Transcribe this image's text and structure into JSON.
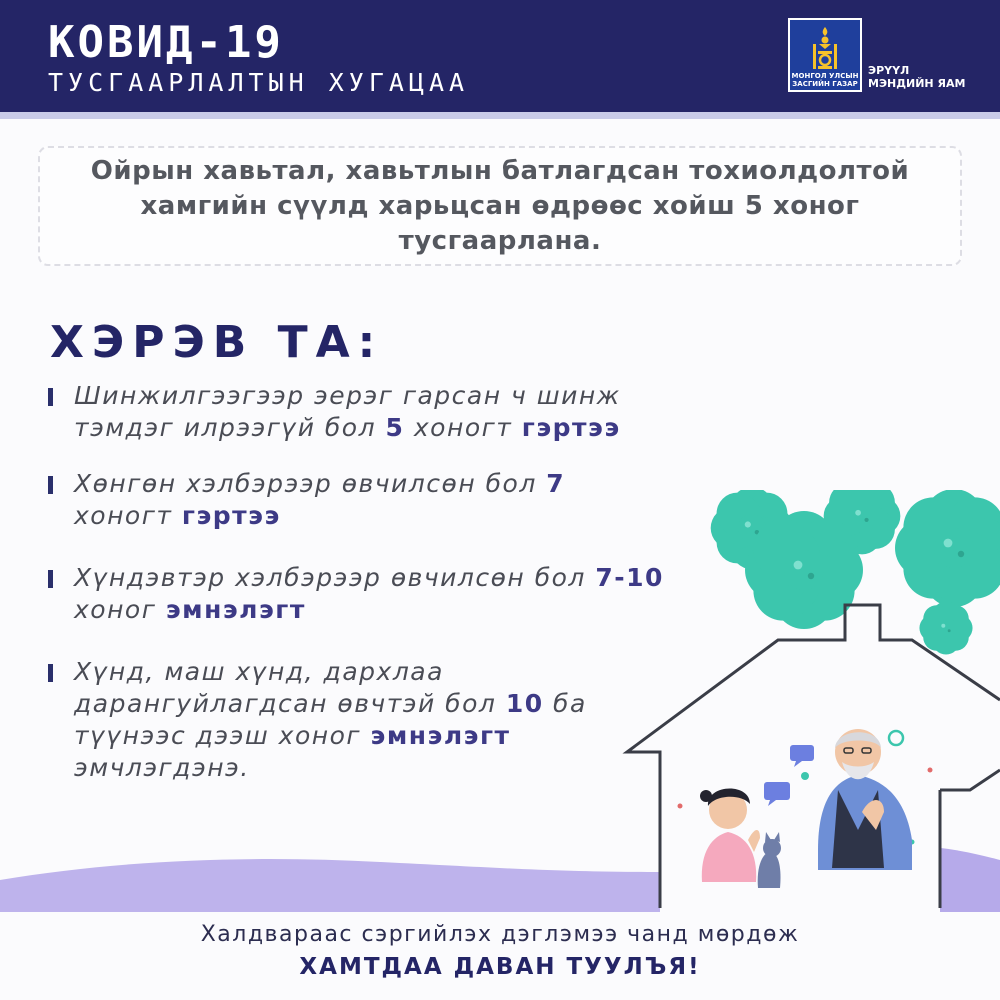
{
  "header": {
    "title": "КОВИД-19",
    "subtitle": "ТУСГААРЛАЛТЫН ХУГАЦАА",
    "logo_text": "МОНГОЛ УЛСЫН ЗАСГИЙН ГАЗАР",
    "ministry_line1": "ЭРҮҮЛ",
    "ministry_line2": "МЭНДИЙН ЯАМ"
  },
  "notice": "Ойрын хавьтал, хавьтлын батлагдсан тохиолдолтой хамгийн сүүлд харьцсан өдрөөс хойш 5 хоног тусгаарлана.",
  "heading": "ХЭРЭВ ТА:",
  "items": [
    {
      "pre": "Шинжилгээгээр эерэг гарсан ч шинж тэмдэг илрээгүй бол ",
      "days": "5",
      "mid": " хоногт ",
      "place": "гэртээ",
      "post": ""
    },
    {
      "pre": "Хөнгөн хэлбэрээр өвчилсөн бол ",
      "days": "7",
      "mid": " хоногт ",
      "place": "гэртээ",
      "post": ""
    },
    {
      "pre": "Хүндэвтэр хэлбэрээр өвчилсөн бол ",
      "days": "7-10",
      "mid": " хоног ",
      "place": "эмнэлэгт",
      "post": ""
    },
    {
      "pre": "Хүнд, маш хүнд, дархлаа дарангуйлагдсан өвчтэй бол ",
      "days": "10",
      "mid": " ба түүнээс дээш хоног ",
      "place": "эмнэлэгт",
      "post": " эмчлэгдэнэ."
    }
  ],
  "footer": {
    "line1": "Халдвараас сэргийлэх дэглэмээ чанд мөрдөж",
    "line2": "ХАМТДАА ДАВАН ТУУЛЪЯ!"
  },
  "icons": {
    "logo": "soyombo-icon",
    "virus": "virus-icon",
    "house": "house-outline-icon"
  },
  "colors": {
    "header_bg": "#242566",
    "accent": "#3d3a86",
    "virus": "#3cc6ad",
    "ground": "#a99be6"
  }
}
